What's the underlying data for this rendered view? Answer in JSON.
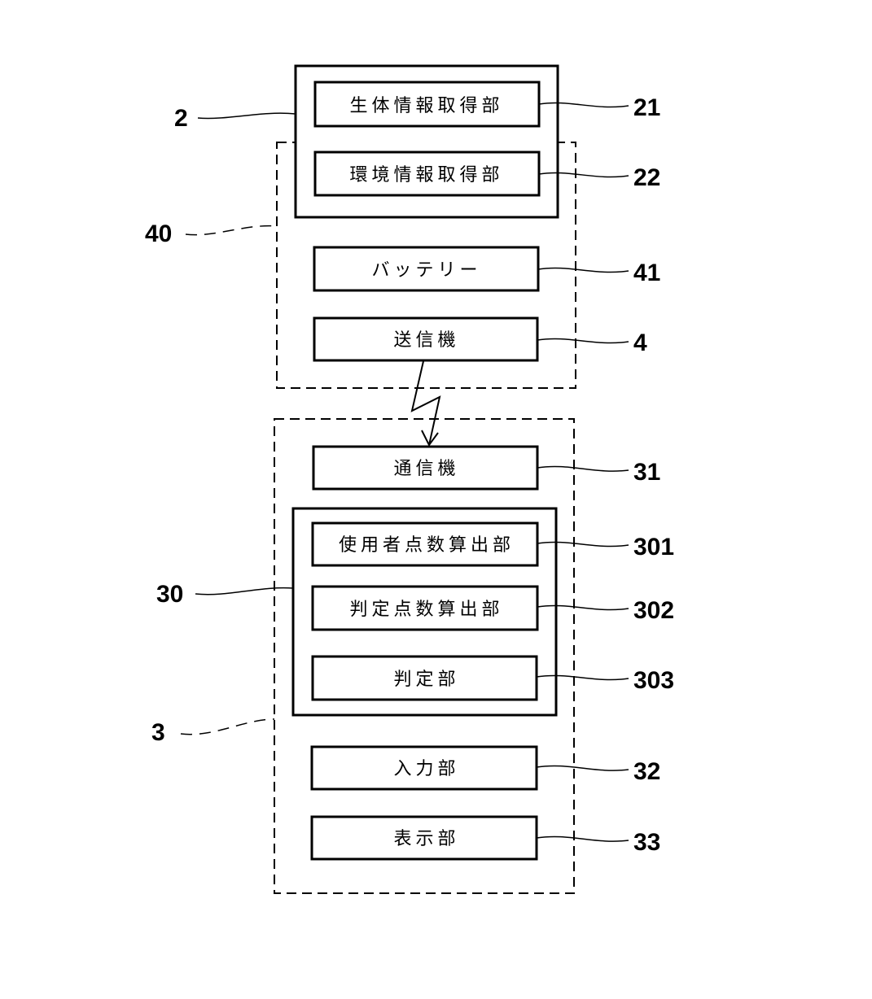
{
  "blocks": {
    "bio_info": "生体情報取得部",
    "env_info": "環境情報取得部",
    "battery": "バッテリー",
    "transmitter": "送信機",
    "comm": "通信機",
    "user_score": "使用者点数算出部",
    "judge_score": "判定点数算出部",
    "judge": "判定部",
    "input": "入力部",
    "display": "表示部"
  },
  "refs": {
    "r2": "2",
    "r21": "21",
    "r22": "22",
    "r40": "40",
    "r41": "41",
    "r4": "4",
    "r31": "31",
    "r301": "301",
    "r302": "302",
    "r30": "30",
    "r303": "303",
    "r3": "3",
    "r32": "32",
    "r33": "33"
  }
}
